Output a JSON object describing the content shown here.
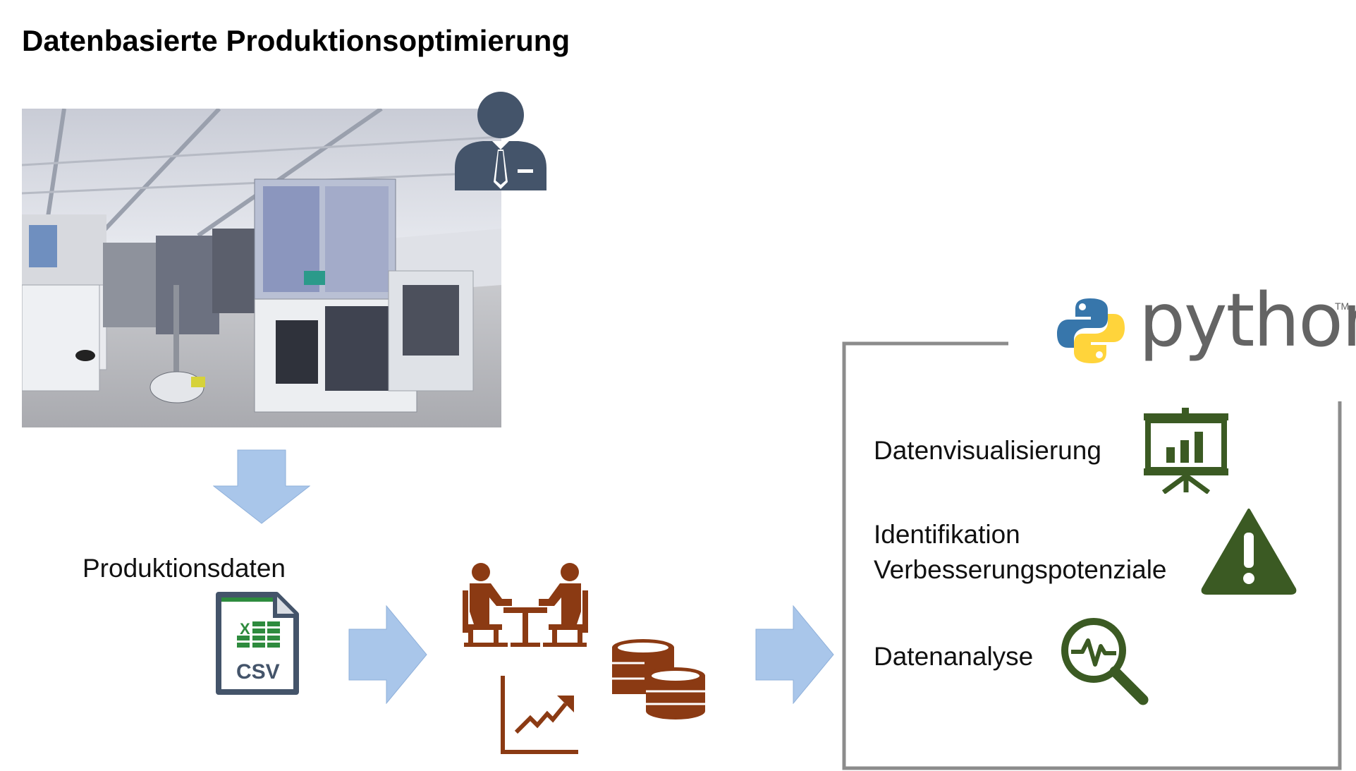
{
  "title": "Datenbasierte Produktionsoptimierung",
  "production_data_label": "Produktionsdaten",
  "csv_icon": {
    "name": "csv-file-icon",
    "text": "CSV",
    "glyph": "X"
  },
  "python_logo": {
    "text": "python",
    "trademark": "TM"
  },
  "tasks": [
    {
      "label": "Datenvisualisierung",
      "icon": "presentation-chart-icon"
    },
    {
      "label_line1": "Identifikation",
      "label_line2": "Verbesserungspotenziale",
      "icon": "warning-icon"
    },
    {
      "label": "Datenanalyse",
      "icon": "magnifier-pulse-icon"
    }
  ],
  "colors": {
    "arrow": "#a9c6ea",
    "brown": "#8b3a13",
    "green": "#3b5a23",
    "person": "#44546a",
    "box_border": "#8c8c8c",
    "python_text": "#646464",
    "python_blue": "#3776ab",
    "python_yellow": "#ffd43b"
  }
}
